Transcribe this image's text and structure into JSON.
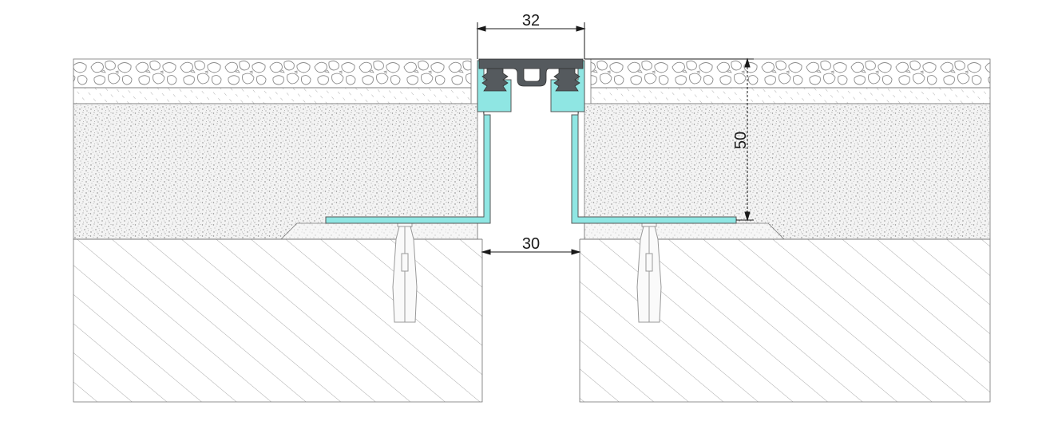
{
  "dimensions": {
    "profile_width": "32",
    "joint_gap": "30",
    "profile_height": "50"
  },
  "colors": {
    "background": "#ffffff",
    "line": "#555555",
    "hatch": "#9a9a9a",
    "aluminium_profile": "#8fe6e3",
    "rubber_insert": "#555a5e",
    "concrete_speckle": "#8c8c8c",
    "dimension_line": "#1a1a1a"
  },
  "layers": [
    {
      "name": "tile-layer",
      "pattern": "pebbles"
    },
    {
      "name": "adhesive-layer",
      "pattern": "dashed-hatch"
    },
    {
      "name": "screed-layer",
      "pattern": "speckle"
    },
    {
      "name": "base-slab",
      "pattern": "diagonal-hatch"
    }
  ]
}
